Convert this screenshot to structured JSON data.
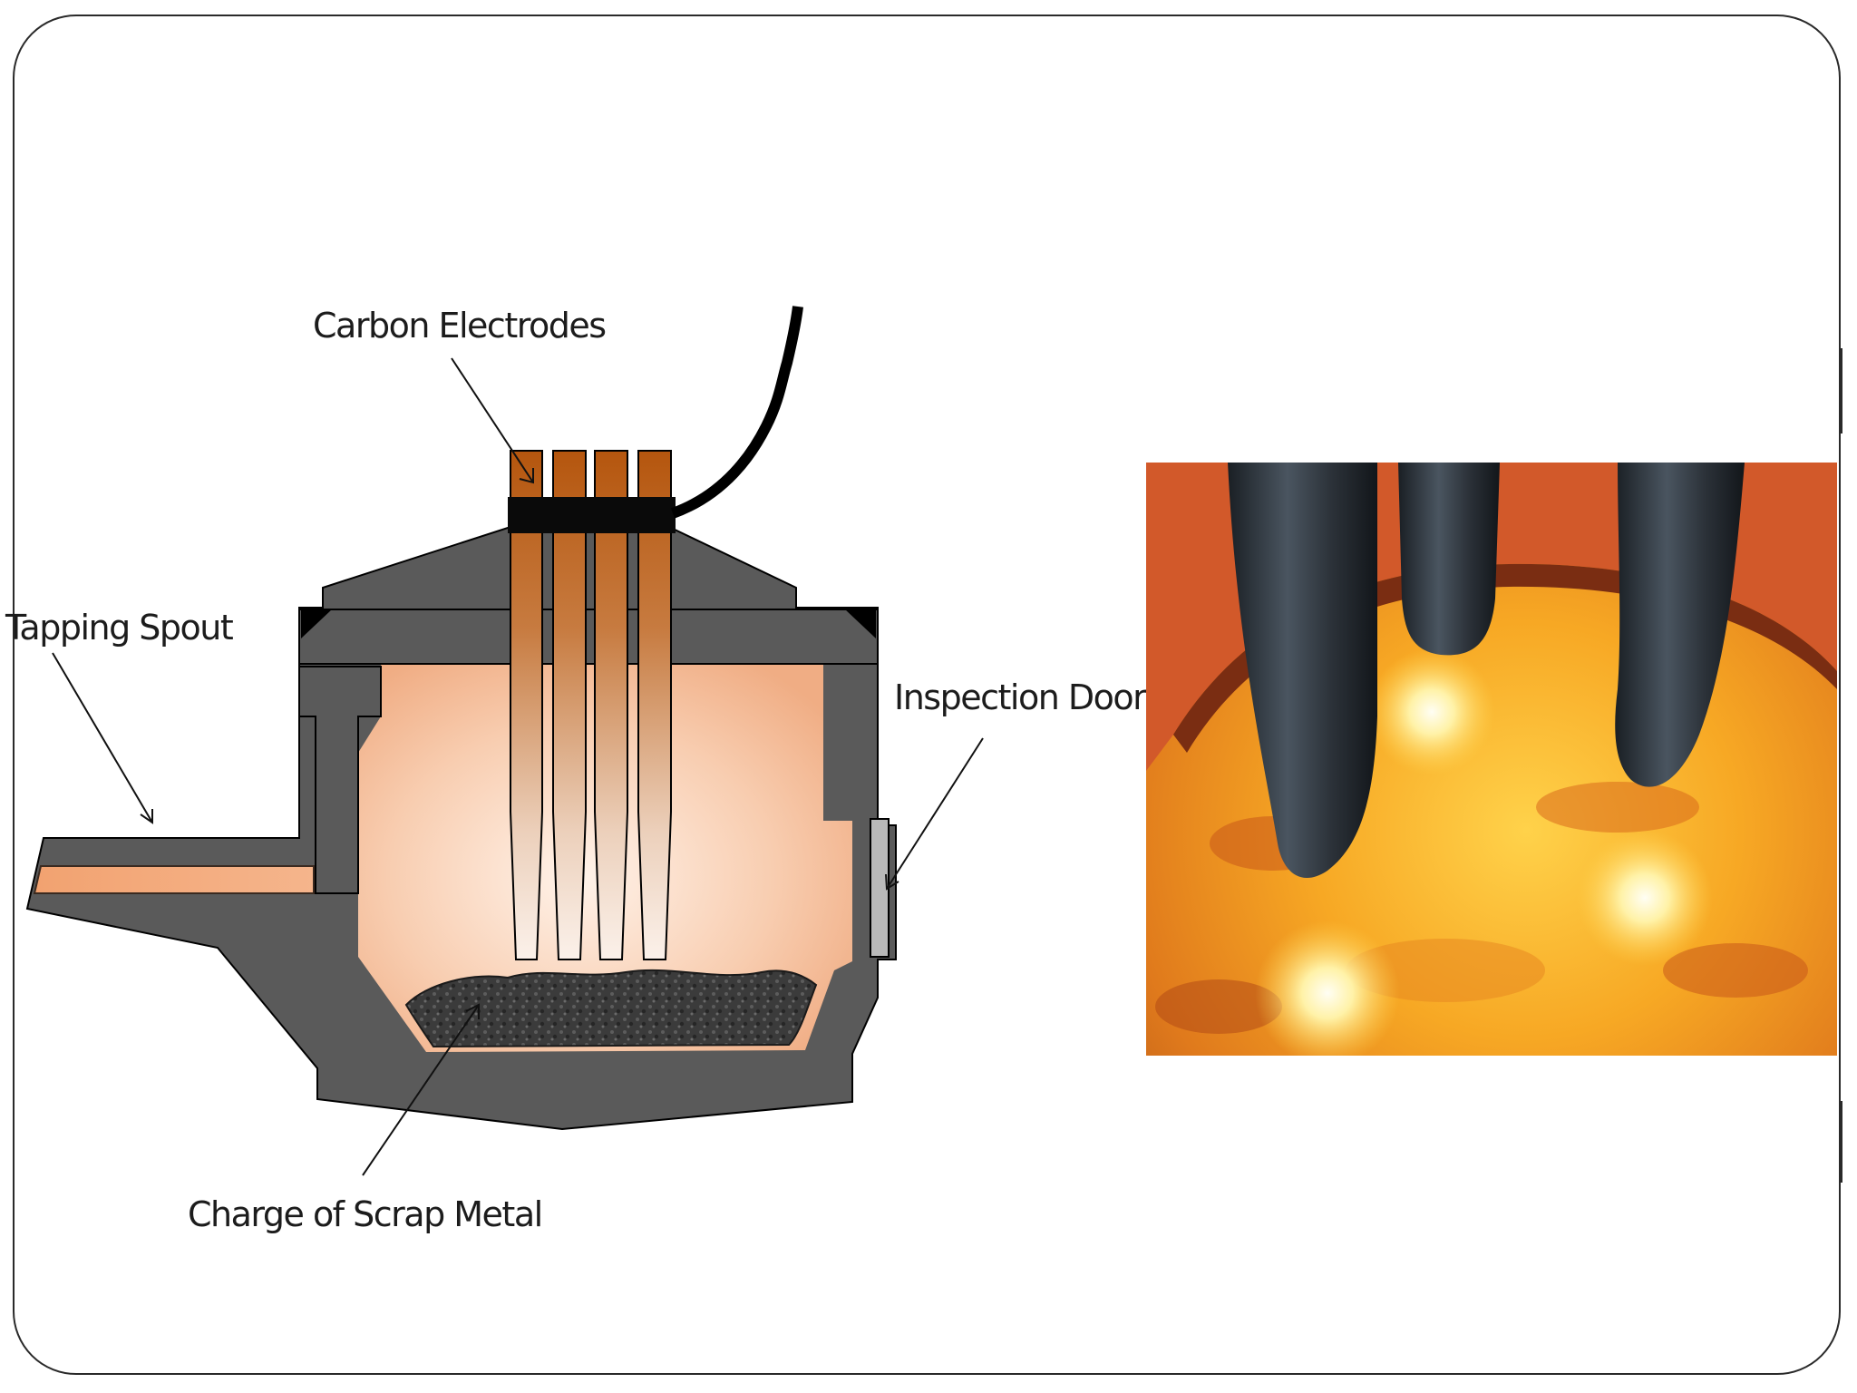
{
  "diagram": {
    "labels": {
      "carbon_electrodes": "Carbon Electrodes",
      "tapping_spout": "Tapping Spout",
      "inspection_door": "Inspection Door",
      "charge_of_scrap_metal": "Charge of Scrap Metal"
    }
  },
  "colors": {
    "furnace_wall": "#5a5a5a",
    "interior_glow": "#f4b48c",
    "electrode_top": "#b5560e",
    "scrap": "#3a3a3a",
    "outline": "#000000"
  }
}
